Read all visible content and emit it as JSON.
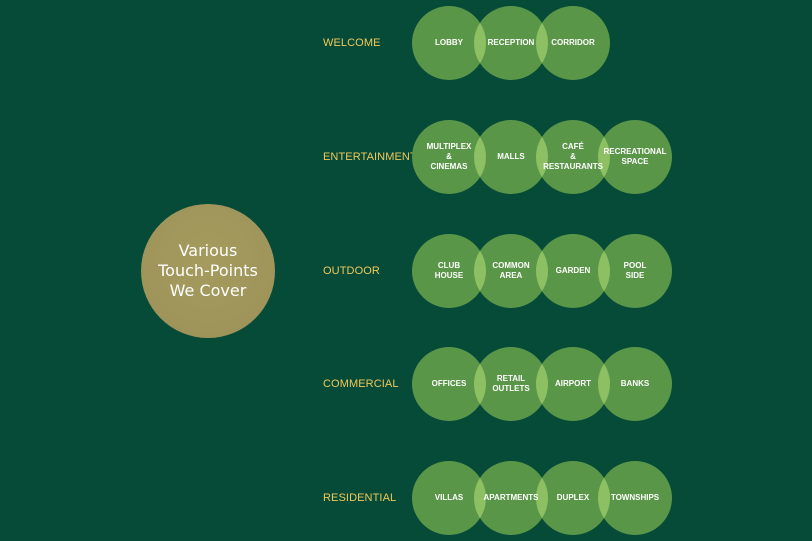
{
  "center": {
    "label": "Various\nTouch-Points\nWe Cover"
  },
  "colors": {
    "background": "#064b38",
    "center_circle": "#a59b5e",
    "bubble": "#5a9648",
    "bubble_overlap": "#8dc063",
    "category_label": "#f1c85a",
    "bubble_text": "#ffffff"
  },
  "rows": [
    {
      "label": "WELCOME",
      "items": [
        "LOBBY",
        "RECEPTION",
        "CORRIDOR"
      ]
    },
    {
      "label": "ENTERTAINMENT",
      "items": [
        "MULTIPLEX\n&\nCINEMAS",
        "MALLS",
        "CAFÉ\n&\nRESTAURANTS",
        "RECREATIONAL\nSPACE"
      ]
    },
    {
      "label": "OUTDOOR",
      "items": [
        "CLUB\nHOUSE",
        "COMMON\nAREA",
        "GARDEN",
        "POOL\nSIDE"
      ]
    },
    {
      "label": "COMMERCIAL",
      "items": [
        "OFFICES",
        "RETAIL\nOUTLETS",
        "AIRPORT",
        "BANKS"
      ]
    },
    {
      "label": "RESIDENTIAL",
      "items": [
        "VILLAS",
        "APARTMENTS",
        "DUPLEX",
        "TOWNSHIPS"
      ]
    }
  ]
}
